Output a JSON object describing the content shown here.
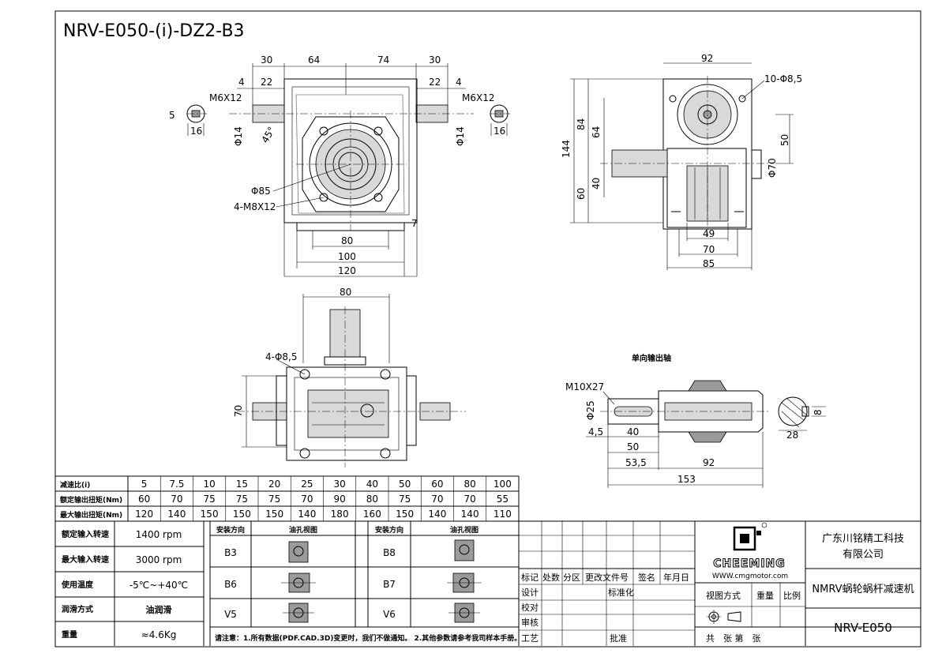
{
  "title": "NRV-E050-(i)-DZ2-B3",
  "dims": {
    "front_top": [
      "30",
      "64",
      "74",
      "30"
    ],
    "front_small": [
      "4",
      "22",
      "22",
      "4"
    ],
    "front_m6_left": "M6X12",
    "front_m6_right": "M6X12",
    "key_5": "5",
    "key_16_left": "16",
    "key_16_right": "16",
    "d14_left": "Φ14",
    "d14_right": "Φ14",
    "angle45": "45°",
    "d85": "Φ85",
    "m8": "4-M8X12",
    "base7": "7",
    "w80": "80",
    "w100": "100",
    "w120": "120",
    "side_92": "92",
    "side_holes": "10-Φ8,5",
    "side_84": "84",
    "side_64": "64",
    "side_144": "144",
    "side_60": "60",
    "side_40": "40",
    "side_50": "50",
    "side_d70": "Φ70",
    "side_49": "49",
    "side_70": "70",
    "side_85": "85",
    "bot_80": "80",
    "bot_holes": "4-Φ8,5",
    "bot_70": "70",
    "shaft_title": "单向输出轴",
    "shaft_m10": "M10X27",
    "shaft_d25": "Φ25",
    "shaft_45": "4,5",
    "shaft_40": "40",
    "shaft_50": "50",
    "shaft_535": "53,5",
    "shaft_92": "92",
    "shaft_153": "153",
    "shaft_8": "8",
    "shaft_28": "28"
  },
  "ratio_table": {
    "row_labels": [
      "减速比(i)",
      "额定输出扭矩(Nm)",
      "最大输出扭矩(Nm)"
    ],
    "ratio": [
      "5",
      "7.5",
      "10",
      "15",
      "20",
      "25",
      "30",
      "40",
      "50",
      "60",
      "80",
      "100"
    ],
    "rated": [
      "60",
      "70",
      "75",
      "75",
      "75",
      "70",
      "90",
      "80",
      "75",
      "70",
      "70",
      "55"
    ],
    "max": [
      "120",
      "140",
      "150",
      "150",
      "150",
      "140",
      "180",
      "160",
      "150",
      "140",
      "140",
      "110"
    ]
  },
  "spec_table": [
    {
      "label": "额定输入转速",
      "value": "1400 rpm"
    },
    {
      "label": "最大输入转速",
      "value": "3000 rpm"
    },
    {
      "label": "使用温度",
      "value": "-5℃~+40℃"
    },
    {
      "label": "润滑方式",
      "value": "油润滑"
    },
    {
      "label": "重量",
      "value": "≈4.6Kg"
    }
  ],
  "mount_table": {
    "h_dir": "安装方向",
    "h_view": "油孔视图",
    "left": [
      "B3",
      "B6",
      "V5"
    ],
    "right": [
      "B8",
      "B7",
      "V6"
    ],
    "note": "请注意：1.所有数据(PDF.CAD.3D)变更时，我们不做通知。 2.其他参数请参考我司样本手册。"
  },
  "title_block": {
    "r1": [
      "标记",
      "处数",
      "分区",
      "更改文件号",
      "签名",
      "年月日"
    ],
    "design": "设计",
    "standard": "标准化",
    "proofread": "校对",
    "review": "审核",
    "process": "工艺",
    "approve": "批准",
    "logo_text": "CHEEMING",
    "website": "WWW.cmgmotor.com",
    "company1": "广东川铭精工科技",
    "company2": "有限公司",
    "product": "NMRV蜗轮蜗杆减速机",
    "view_method": "视图方式",
    "weight": "重量",
    "scale": "比例",
    "sheets": "共　张 第　张",
    "code": "NRV-E050"
  }
}
